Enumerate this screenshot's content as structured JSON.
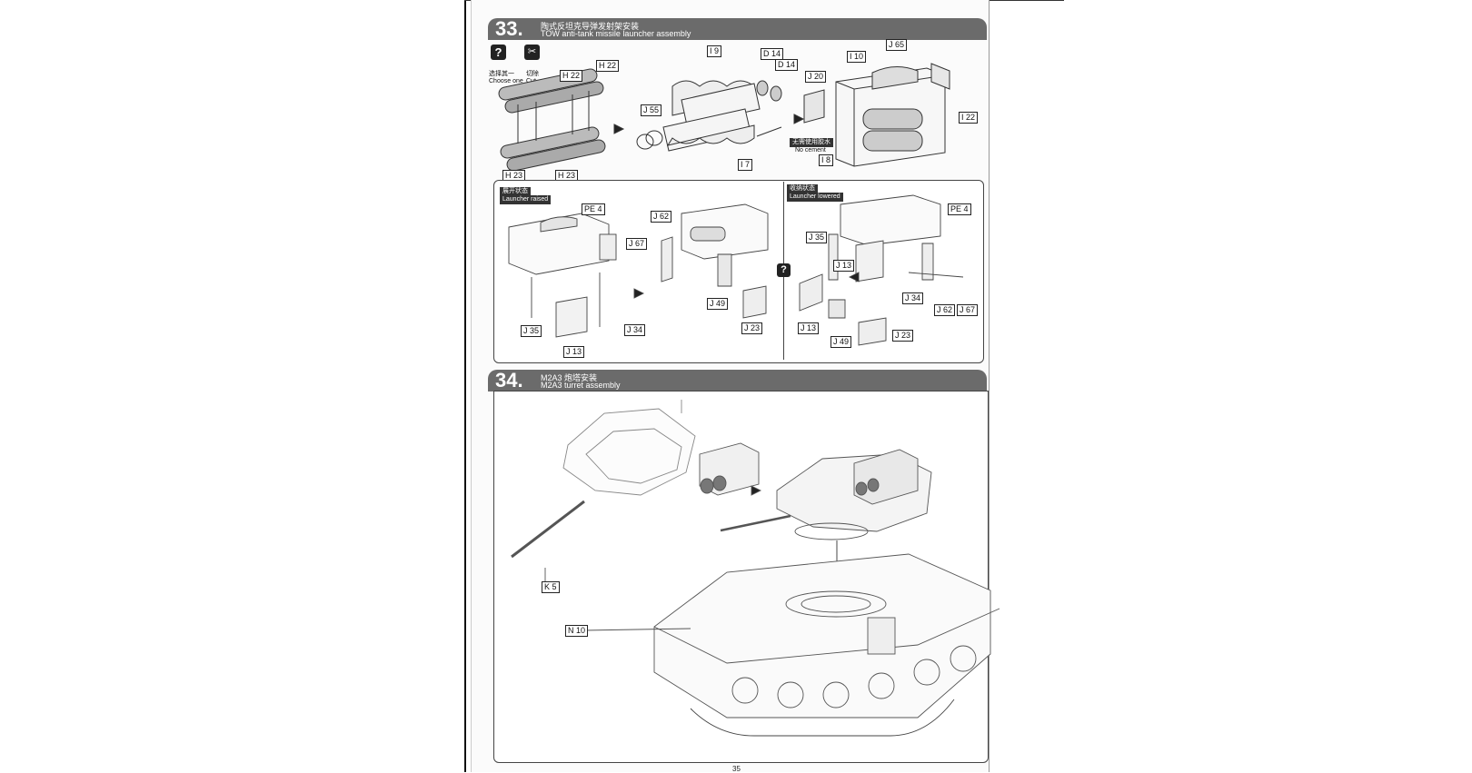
{
  "step33": {
    "number": "33.",
    "title_cn": "陶式反坦克导弹发射架安装",
    "title_en": "TOW anti-tank missile launcher assembly",
    "legend": {
      "choose_cn": "选择其一",
      "choose_en": "Choose one",
      "cut_cn": "切除",
      "cut_en": "Cut"
    },
    "no_cement_cn": "无需使用胶水",
    "no_cement_en": "No cement",
    "raised_cn": "展开状态",
    "raised_en": "Launcher raised",
    "lowered_cn": "收纳状态",
    "lowered_en": "Launcher lowered"
  },
  "step34": {
    "number": "34.",
    "title_cn": "M2A3 炮塔安装",
    "title_en": "M2A3 turret assembly"
  },
  "parts": {
    "h22a": "H 22",
    "h22b": "H 22",
    "h23a": "H 23",
    "h23b": "H 23",
    "i9": "I 9",
    "d14a": "D 14",
    "d14b": "D 14",
    "i20": "J 20",
    "i10": "I 10",
    "j65": "J 65",
    "i22": "I 22",
    "j55": "J 55",
    "i7": "I 7",
    "i8": "I 8",
    "pe4a": "PE 4",
    "j62a": "J 62",
    "j67a": "J 67",
    "j49a": "J 49",
    "j35a": "J 35",
    "j34a": "J 34",
    "j13a": "J 13",
    "j23a": "J 23",
    "pe4b": "PE 4",
    "j35b": "J 35",
    "j13b": "J 13",
    "j34b": "J 34",
    "j62b": "J 62",
    "j67b": "J 67",
    "j13c": "J 13",
    "j49b": "J 49",
    "j23b": "J 23",
    "k5": "K 5",
    "n10": "N 10"
  },
  "page_number": "35"
}
